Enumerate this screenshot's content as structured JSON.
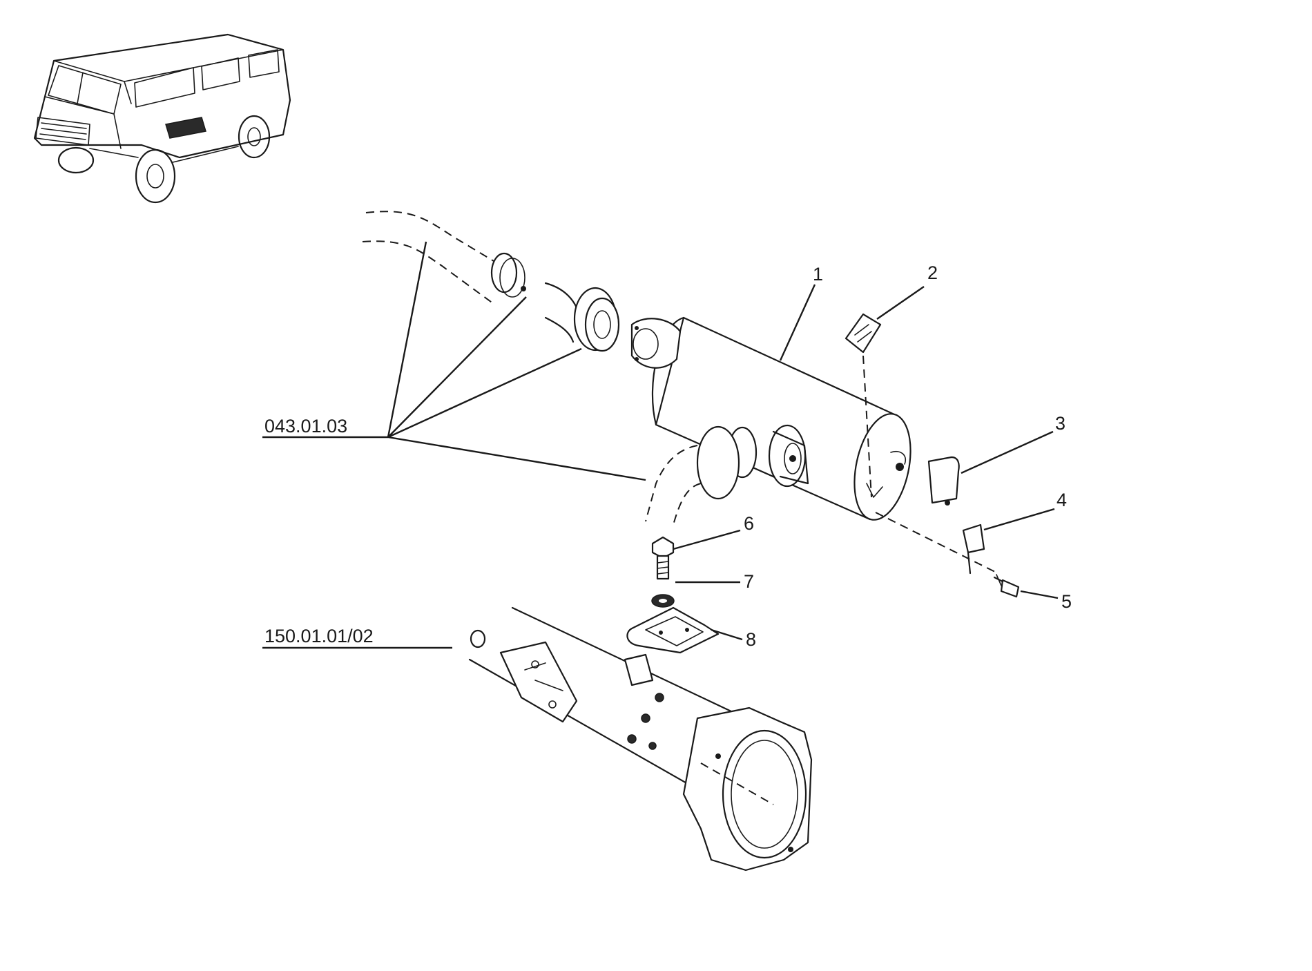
{
  "callouts": {
    "c1": "1",
    "c2": "2",
    "c3": "3",
    "c4": "4",
    "c5": "5",
    "c6": "6",
    "c7": "7",
    "c8": "8"
  },
  "references": {
    "exhaust_group": "043.01.03",
    "frame_group": "150.01.01/02"
  }
}
